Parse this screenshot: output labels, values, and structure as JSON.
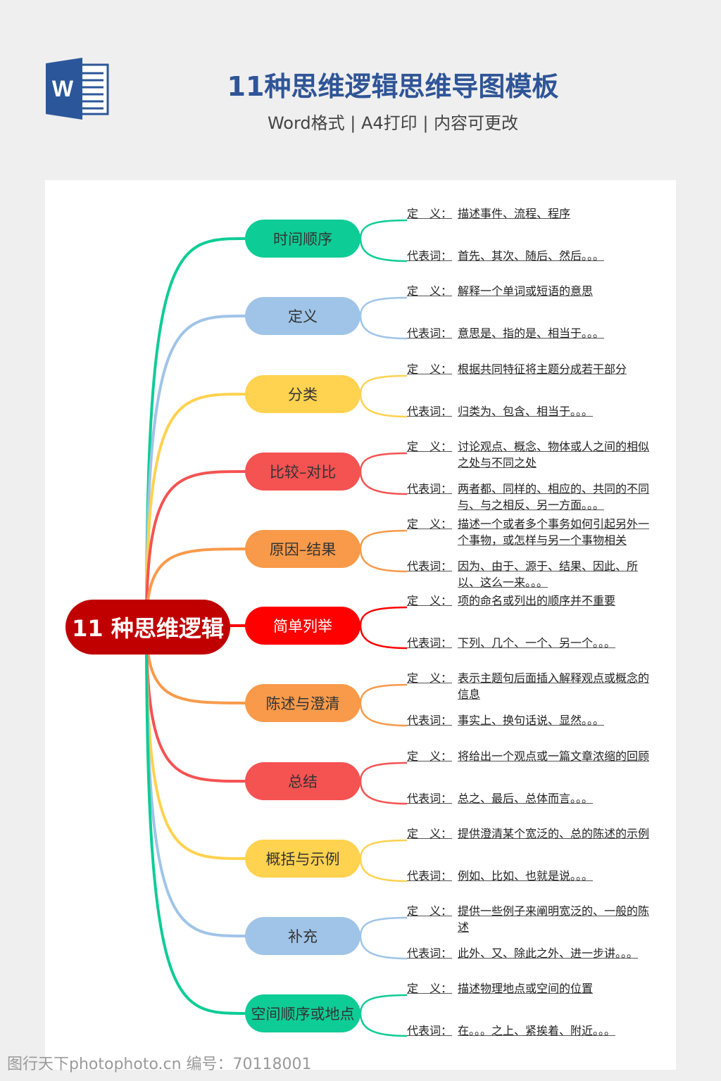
{
  "header": {
    "title": "11种思维逻辑思维导图模板",
    "subtitle": "Word格式 | A4打印 | 内容可更改",
    "logo_letter": "W"
  },
  "root": {
    "label": "11 种思维逻辑",
    "color": "#c00000"
  },
  "labels": {
    "def": "定　义：",
    "rep": "代表词："
  },
  "branches": [
    {
      "label": "时间顺序",
      "color": "#0ecc96",
      "def": "描述事件、流程、程序",
      "rep": "首先、其次、随后、然后。。。"
    },
    {
      "label": "定义",
      "color": "#9fc4e8",
      "def": "解释一个单词或短语的意思",
      "rep": "意思是、指的是、相当于。。。"
    },
    {
      "label": "分类",
      "color": "#ffd24f",
      "def": "根据共同特征将主题分成若干部分",
      "rep": "归类为、包含、相当于。。。"
    },
    {
      "label": "比较–对比",
      "color": "#f55252",
      "def": "讨论观点、概念、物体或人之间的相似之处与不同之处",
      "rep": "两者都、同样的、相应的、共同的不同与、与之相反、另一方面。。。"
    },
    {
      "label": "原因–结果",
      "color": "#f89a4a",
      "def": "描述一个或者多个事务如何引起另外一个事物，或怎样与另一个事物相关",
      "rep": "因为、由于、源于、结果、因此、所以、这么一来。。。"
    },
    {
      "label": "简单列举",
      "color": "#ff0000",
      "def": "项的命名或列出的顺序并不重要",
      "rep": "下列、几个、一个、另一个。。。"
    },
    {
      "label": "陈述与澄清",
      "color": "#f89a4a",
      "def": "表示主题句后面插入解释观点或概念的信息",
      "rep": "事实上、换句话说、显然。。。"
    },
    {
      "label": "总结",
      "color": "#f55252",
      "def": "将给出一个观点或一篇文章浓缩的回顾",
      "rep": "总之、最后、总体而言。。。"
    },
    {
      "label": "概括与示例",
      "color": "#ffd24f",
      "def": "提供澄清某个宽泛的、总的陈述的示例",
      "rep": "例如、比如、也就是说。。。"
    },
    {
      "label": "补充",
      "color": "#9fc4e8",
      "def": "提供一些例子来阐明宽泛的、一般的陈述",
      "rep": "此外、又、除此之外、进一步讲。。。"
    },
    {
      "label": "空间顺序或地点",
      "color": "#0ecc96",
      "def": "描述物理地点或空间的位置",
      "rep": "在。。。之上、紧挨着、附近。。。"
    }
  ],
  "watermark": "图行天下photophoto.cn  编号：70118001"
}
